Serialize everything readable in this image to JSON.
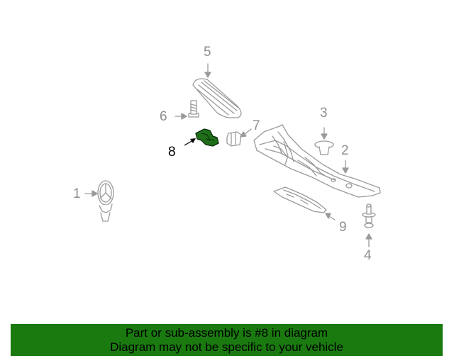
{
  "callouts": [
    {
      "id": "c1",
      "label": "1"
    },
    {
      "id": "c2",
      "label": "2"
    },
    {
      "id": "c3",
      "label": "3"
    },
    {
      "id": "c4",
      "label": "4"
    },
    {
      "id": "c5",
      "label": "5"
    },
    {
      "id": "c6",
      "label": "6"
    },
    {
      "id": "c7",
      "label": "7"
    },
    {
      "id": "c8",
      "label": "8"
    },
    {
      "id": "c9",
      "label": "9"
    }
  ],
  "highlighted_part": "8",
  "colors": {
    "highlight_part": "#1f6e1a",
    "banner_bg": "#1a7a10",
    "line_art": "#9a9a9a",
    "callout_text": "#8f8f8f"
  },
  "banner": {
    "line1": "Part or sub-assembly is #8 in diagram",
    "line2": "Diagram may not be specific to your vehicle"
  }
}
